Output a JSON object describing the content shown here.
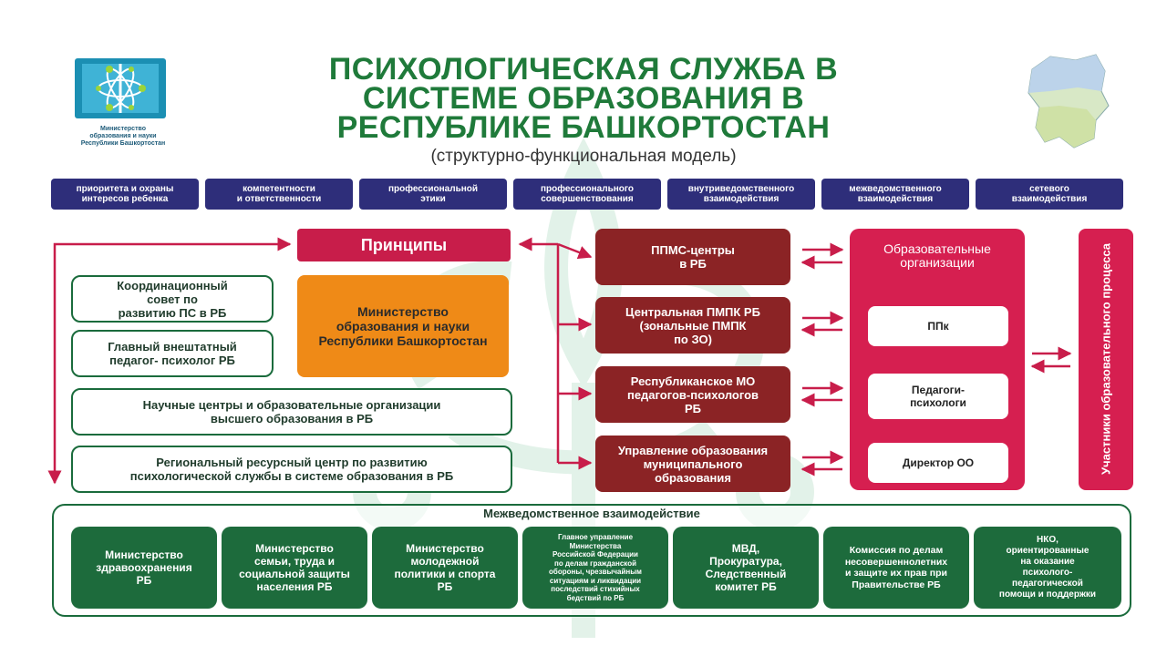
{
  "header": {
    "title": "ПСИХОЛОГИЧЕСКАЯ СЛУЖБА  В\nСИСТЕМЕ ОБРАЗОВАНИЯ В\nРЕСПУБЛИКЕ БАШКОРТОСТАН",
    "subtitle": "(структурно-функциональная модель)",
    "logo_caption": "Министерство\nобразования и науки\nРеспублики Башкортостан"
  },
  "principles_row": [
    "приоритета и охраны\nинтересов ребенка",
    "компетентности\nи ответственности",
    "профессиональной\nэтики",
    "профессионального\nсовершенствования",
    "внутриведомственного\nвзаимодействия",
    "межведомственного\nвзаимодействия",
    "сетевого\nвзаимодействия"
  ],
  "left": {
    "principles": "Принципы",
    "ministry": "Министерство\nобразования и науки\nРеспублики Башкортостан",
    "council": "Координационный\nсовет по\nразвитию ПС в РБ",
    "chief": "Главный внештатный\nпедагог- психолог РБ",
    "science": "Научные центры и образовательные организации\nвысшего образования в РБ",
    "resource": "Региональный ресурсный центр по развитию\nпсихологической службы в системе образования в РБ"
  },
  "middle": [
    "ППМС-центры\nв РБ",
    "Центральная ПМПК РБ\n(зональные ПМПК\nпо ЗО)",
    "Республиканское МО\nпедагогов-психологов\nРБ",
    "Управление образования\nмуниципального\nобразования"
  ],
  "right": {
    "edu_title": "Образовательные\nорганизации",
    "ppk": "ППк",
    "psych": "Педагоги-\nпсихологи",
    "director": "Директор ОО",
    "participants": "Участники образовательного процесса"
  },
  "interagency": {
    "title": "Межведомственное взаимодействие",
    "items": [
      "Министерство\nздравоохранения\nРБ",
      "Министерство\nсемьи, труда и\nсоциальной защиты\nнаселения РБ",
      "Министерство\nмолодежной\nполитики и спорта\nРБ",
      "Главное управление\nМинистерства\nРоссийской Федерации\nпо делам гражданской\nобороны, чрезвычайным\nситуациям и ликвидации\nпоследствий стихийных\nбедствий по РБ",
      "МВД,\nПрокуратура,\nСледственный\nкомитет РБ",
      "Комиссия по делам\nнесовершеннолетних\nи защите их прав при\nПравительстве РБ",
      "НКО,\nориентированные\nна оказание\nпсихолого-\nпедагогической\nпомощи и поддержки"
    ]
  },
  "colors": {
    "green": "#1f7a3a",
    "navy": "#2e2e7a",
    "crimson": "#c81d4a",
    "orange": "#ef8a17",
    "maroon": "#8b2325"
  }
}
